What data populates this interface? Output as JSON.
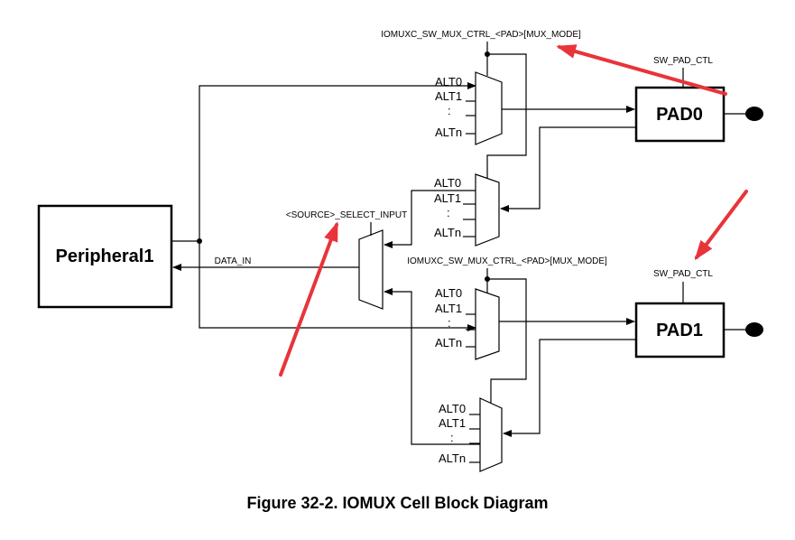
{
  "blocks": {
    "peripheral": "Peripheral1",
    "pad0": "PAD0",
    "pad1": "PAD1"
  },
  "labels": {
    "mux_ctrl_top": "IOMUXC_SW_MUX_CTRL_<PAD>[MUX_MODE]",
    "mux_ctrl_bottom": "IOMUXC_SW_MUX_CTRL_<PAD>[MUX_MODE]",
    "pad_ctl_top": "SW_PAD_CTL",
    "pad_ctl_bottom": "SW_PAD_CTL",
    "select_input": "<SOURCE>_SELECT_INPUT",
    "data_in": "DATA_IN"
  },
  "mux_inputs": [
    "ALT0",
    "ALT1",
    ":",
    "ALTn"
  ],
  "caption": "Figure 32-2. IOMUX Cell Block Diagram",
  "colors": {
    "annotation_arrow": "#e8343a"
  }
}
